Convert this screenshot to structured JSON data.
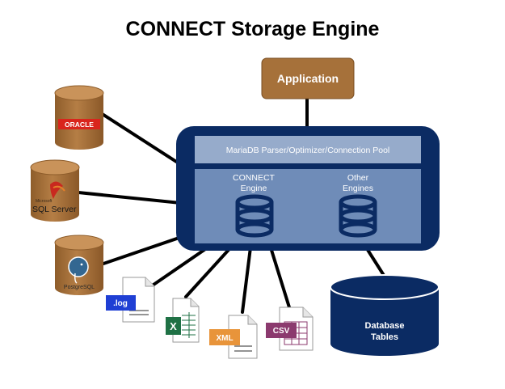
{
  "title": "CONNECT Storage Engine",
  "application": {
    "label": "Application"
  },
  "mariadb": {
    "parser_label": "MariaDB Parser/Optimizer/Connection Pool",
    "connect_engine": {
      "line1": "CONNECT",
      "line2": "Engine"
    },
    "other_engines": {
      "line1": "Other",
      "line2": "Engines"
    }
  },
  "database_tables": {
    "line1": "Database",
    "line2": "Tables"
  },
  "sources": {
    "oracle": "ORACLE",
    "sqlserver_small": "Microsoft",
    "sqlserver": "SQL Server",
    "postgres": "PostgreSQL"
  },
  "files": {
    "log": ".log",
    "excel": "X",
    "xml": "XML",
    "csv": "CSV"
  },
  "colors": {
    "brown": "#A6713A",
    "navy": "#0B2B63",
    "panel": "#6F8CB8",
    "bar": "#96ABCB",
    "log_tag": "#1F3FD4",
    "excel": "#1F7145",
    "xml_tag": "#E8943A",
    "csv_tag": "#8B3A6E"
  }
}
